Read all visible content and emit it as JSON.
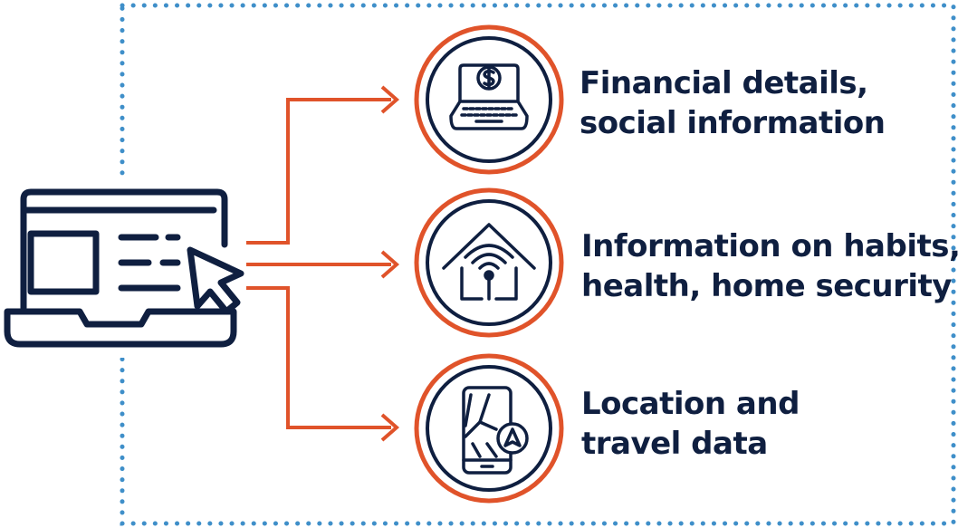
{
  "colors": {
    "navy": "#0f1f40",
    "orange": "#e0532a",
    "dotted_border": "#3f8fc9",
    "background": "#ffffff"
  },
  "items": [
    {
      "icon": "laptop-dollar-icon",
      "lines": [
        "Financial details,",
        "social information"
      ]
    },
    {
      "icon": "smart-home-wifi-icon",
      "lines": [
        "Information on habits,",
        "health, home security"
      ]
    },
    {
      "icon": "phone-map-navigation-icon",
      "lines": [
        "Location and",
        "travel data"
      ]
    }
  ],
  "source_icon": "laptop-browser-cursor-icon"
}
